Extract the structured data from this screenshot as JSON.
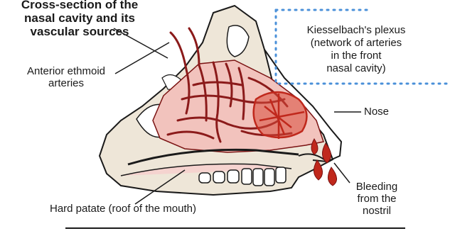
{
  "title": {
    "line1": "Cross-section of the",
    "line2": "nasal cavity and its",
    "line3": "vascular sources"
  },
  "labels": {
    "kiesselbach": {
      "line1": "Kiesselbach's plexus",
      "line2": "(network of arteries",
      "line3": "in the front",
      "line4": "nasal cavity)"
    },
    "ethmoid": {
      "line1": "Anterior ethmoid",
      "line2": "arteries"
    },
    "nose": "Nose",
    "bleeding": {
      "line1": "Bleeding",
      "line2": "from the",
      "line3": "nostril"
    },
    "hard_palate": "Hard patate (roof of the mouth)"
  },
  "colors": {
    "artery": "#8b1a1a",
    "blood": "#c0281c",
    "tissue": "#f3c9c4",
    "bone": "#e8e0d0",
    "outline": "#1a1a1a",
    "callout": "#4a90d9"
  }
}
